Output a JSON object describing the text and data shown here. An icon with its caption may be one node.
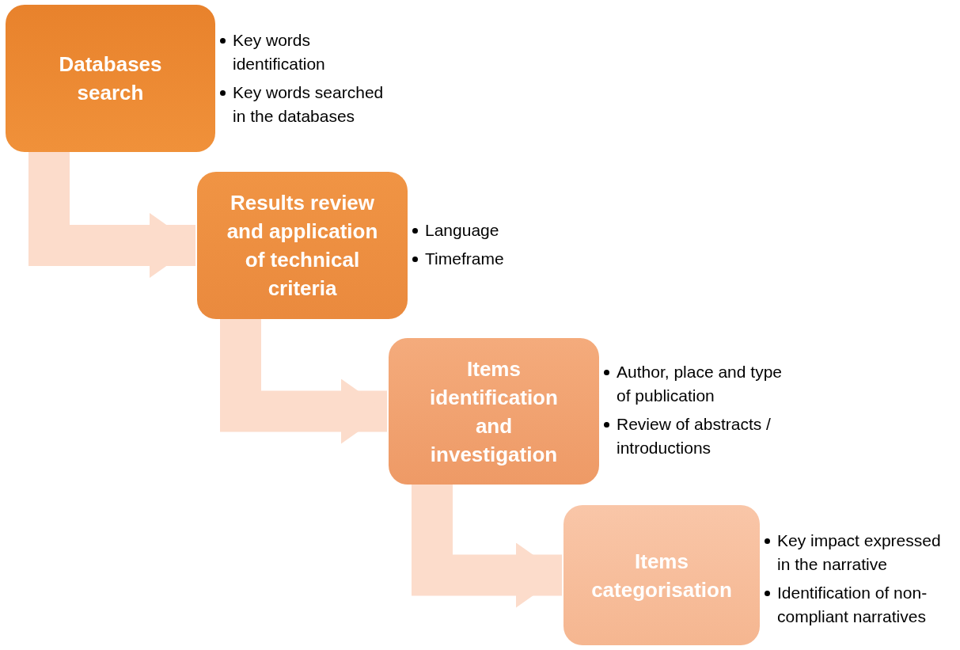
{
  "diagram": {
    "nodes": [
      {
        "text": [
          "Databases search"
        ],
        "beside": [
          "Key words identification",
          "Key words searched in the databases"
        ]
      },
      {
        "text": [
          "Results review and application of technical criteria"
        ],
        "beside": [
          "Language",
          "Timeframe"
        ]
      },
      {
        "text": [
          "Items identification and investigation"
        ],
        "beside": [
          "Author, place and type of publication",
          "Review of abstracts / introductions"
        ]
      },
      {
        "text": [
          "Items categorisation"
        ],
        "beside": [
          "Key impact expressed in the narrative",
          "Identification of non-compliant narratives"
        ]
      }
    ],
    "edges": [
      {
        "from": 0,
        "to": 1,
        "arrow": "to"
      },
      {
        "from": 1,
        "to": 2,
        "arrow": "to"
      },
      {
        "from": 2,
        "to": 3,
        "arrow": "to"
      }
    ]
  }
}
